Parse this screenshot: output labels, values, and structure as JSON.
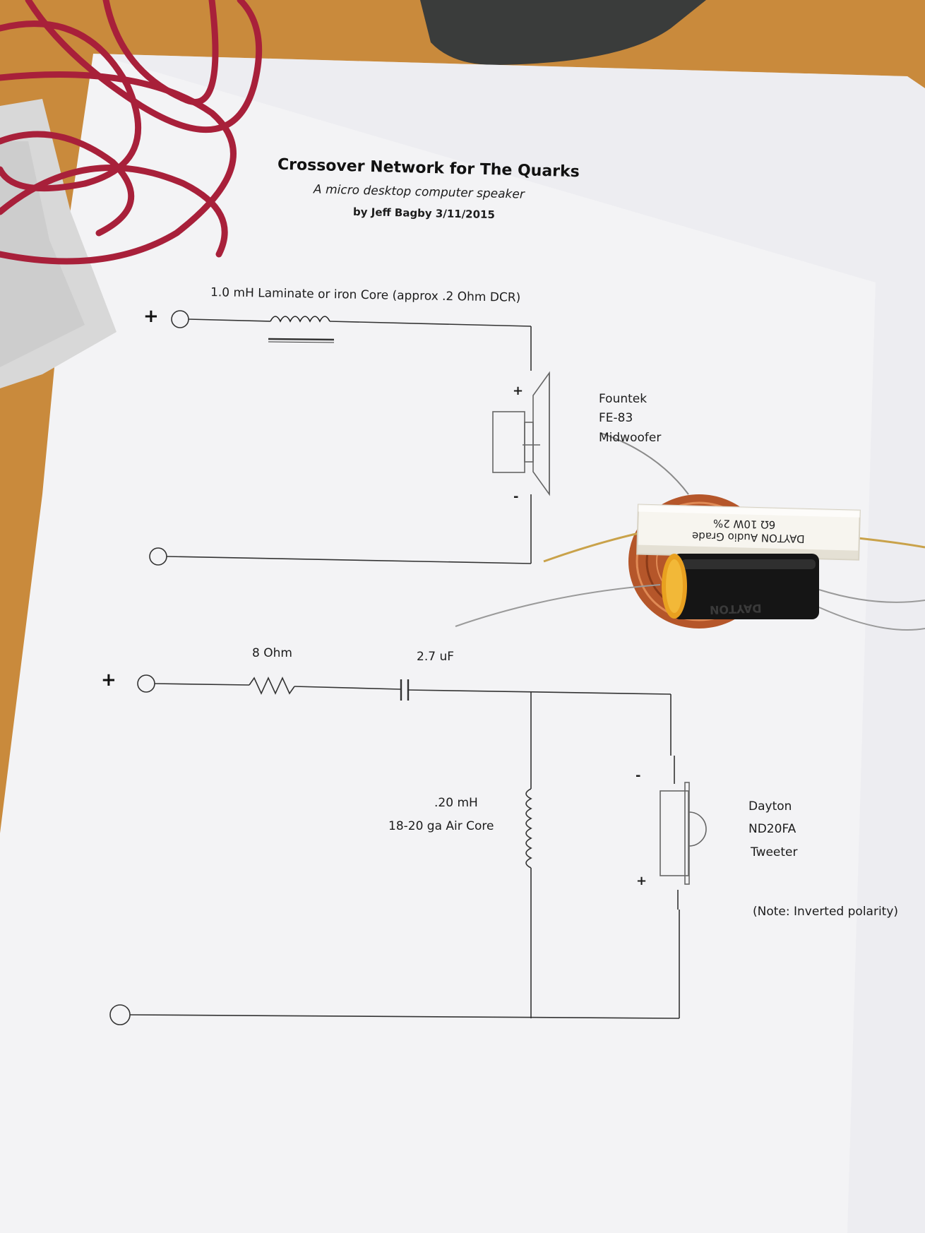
{
  "document": {
    "title": "Crossover Network for The Quarks",
    "subtitle": "A micro desktop computer speaker",
    "byline": "by Jeff Bagby 3/11/2015"
  },
  "woofer_section": {
    "inductor_label": "1.0 mH  Laminate or iron Core (approx .2 Ohm DCR)",
    "input_plus": "+",
    "driver_plus": "+",
    "driver_minus": "-",
    "driver_name": [
      "Fountek",
      "FE-83",
      "Midwoofer"
    ]
  },
  "tweeter_section": {
    "input_plus": "+",
    "resistor_label": "8 Ohm",
    "capacitor_label": "2.7 uF",
    "inductor_value": ".20 mH",
    "inductor_desc": "18-20 ga Air Core",
    "driver_minus": "-",
    "driver_plus": "+",
    "driver_name": [
      "Dayton",
      "ND20FA",
      "Tweeter"
    ],
    "note": "(Note: Inverted polarity)"
  },
  "components": {
    "resistor_text_line1": "DAYTON Audio Grade",
    "resistor_text_line2": "6Ω  10W  2%",
    "capacitor_brand": "DAYTON"
  },
  "colors": {
    "desk": "#c98a3c",
    "paper": "#f3f3f5",
    "cable": "#a8203a",
    "copper": "#b5562a",
    "capacitor_body": "#151515",
    "capacitor_end": "#e8a020"
  }
}
